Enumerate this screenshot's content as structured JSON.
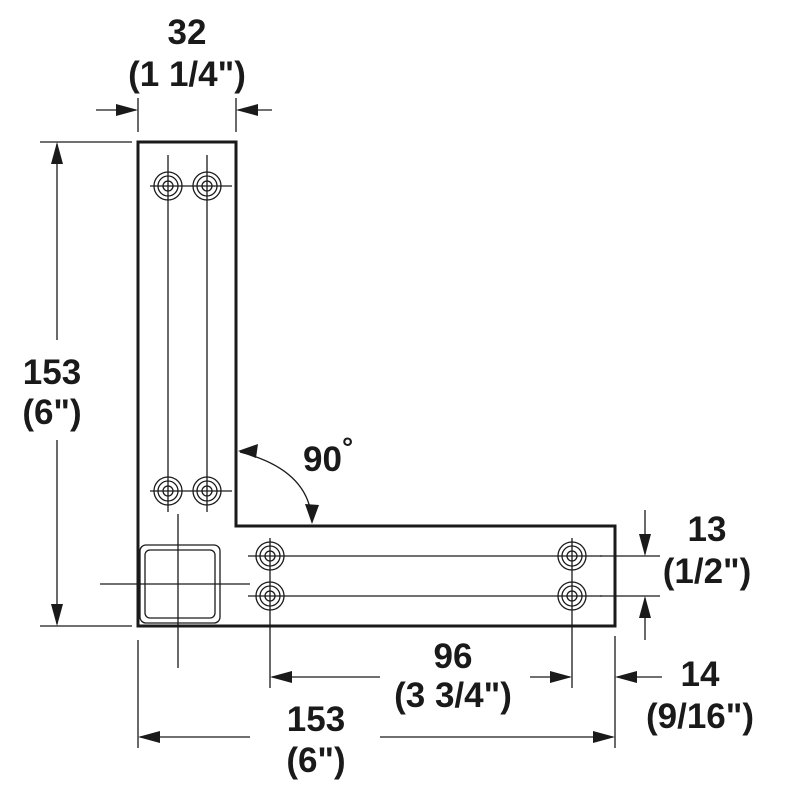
{
  "dimensions": {
    "top_width": {
      "value": "32",
      "imperial": "(1 1/4\")"
    },
    "left_height": {
      "value": "153",
      "imperial": "(6\")"
    },
    "angle": {
      "value": "90",
      "unit": "°"
    },
    "right_height": {
      "value": "13",
      "imperial": "(1/2\")"
    },
    "hole_spacing": {
      "value": "96",
      "imperial": "(3 3/4\")"
    },
    "edge_offset": {
      "value": "14",
      "imperial": "(9/16\")"
    },
    "bottom_width": {
      "value": "153",
      "imperial": "(6\")"
    }
  }
}
